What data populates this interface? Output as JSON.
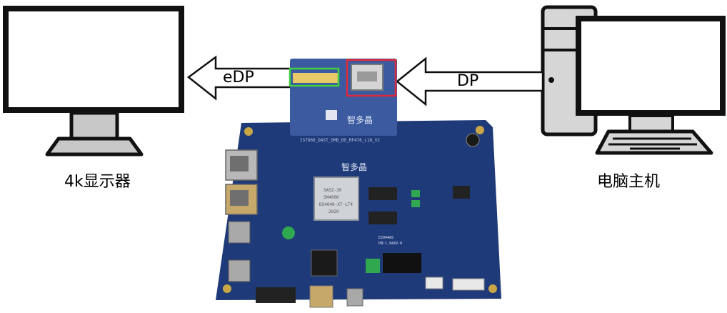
{
  "labels": {
    "monitor": "4k显示器",
    "computer": "电脑主机",
    "edp": "eDP",
    "dp": "DP"
  },
  "board": {
    "brand": "智多晶",
    "adapter_silk": "ISTD60_DAST_DMB_DD_RF478_L18_V2",
    "fpga_marking": [
      "SA5Z-30",
      "SM4000",
      "DS4040-XT-LT4",
      "2020"
    ],
    "small_chip_marking": [
      "E2044AS",
      "PN:1.94XV-0"
    ]
  },
  "colors": {
    "board_blue": "#1f3a78",
    "green_box": "#3fcf3f",
    "red_box": "#e0283a",
    "arrow_fill": "#ffffff",
    "outline": "#111111",
    "screen_fill": "#ffffff",
    "case_gray": "#d6d6d6"
  }
}
